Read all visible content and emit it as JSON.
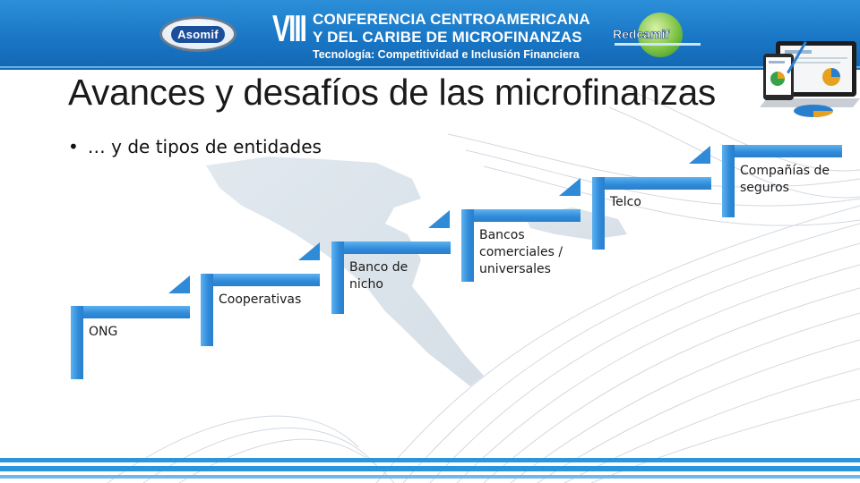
{
  "header": {
    "logo_left": "Asomif",
    "edition": "VIII",
    "line1": "CONFERENCIA CENTROAMERICANA",
    "line2": "Y DEL CARIBE DE MICROFINANZAS",
    "subtitle": "Tecnología: Competitividad e Inclusión Financiera",
    "logo_right": "Redcamif"
  },
  "slide": {
    "title": "Avances y desafíos de las microfinanzas",
    "bullet_marker": "•",
    "bullet": "… y de tipos de entidades"
  },
  "steps": [
    {
      "label": "ONG"
    },
    {
      "label": "Cooperativas"
    },
    {
      "label": "Banco de nicho"
    },
    {
      "label": "Bancos comerciales / universales"
    },
    {
      "label": "Telco"
    },
    {
      "label": "Compañías de seguros"
    }
  ],
  "colors": {
    "banner": "#1977c6",
    "step_blue": "#2f8ad8",
    "footer_blue": "#2b95dc"
  }
}
